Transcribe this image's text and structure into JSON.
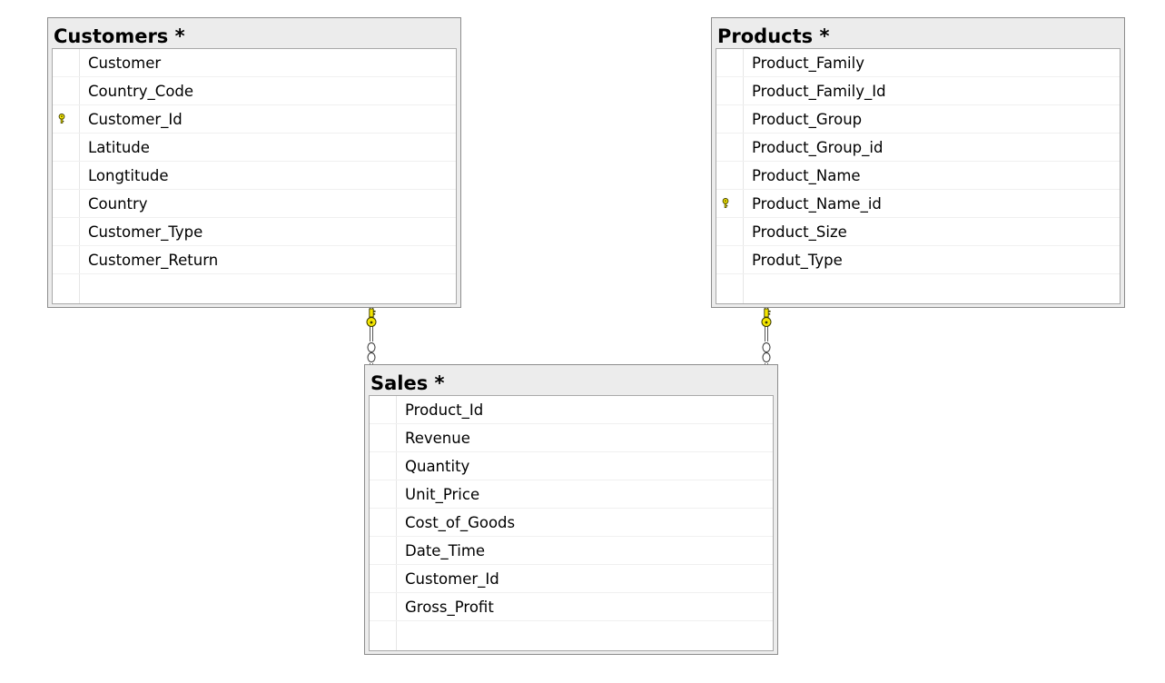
{
  "tables": {
    "customers": {
      "title": "Customers *",
      "columns": [
        {
          "name": "Customer",
          "primary_key": false
        },
        {
          "name": "Country_Code",
          "primary_key": false
        },
        {
          "name": "Customer_Id",
          "primary_key": true
        },
        {
          "name": "Latitude",
          "primary_key": false
        },
        {
          "name": "Longtitude",
          "primary_key": false
        },
        {
          "name": "Country",
          "primary_key": false
        },
        {
          "name": "Customer_Type",
          "primary_key": false
        },
        {
          "name": "Customer_Return",
          "primary_key": false
        }
      ]
    },
    "products": {
      "title": "Products *",
      "columns": [
        {
          "name": "Product_Family",
          "primary_key": false
        },
        {
          "name": "Product_Family_Id",
          "primary_key": false
        },
        {
          "name": "Product_Group",
          "primary_key": false
        },
        {
          "name": "Product_Group_id",
          "primary_key": false
        },
        {
          "name": "Product_Name",
          "primary_key": false
        },
        {
          "name": "Product_Name_id",
          "primary_key": true
        },
        {
          "name": "Product_Size",
          "primary_key": false
        },
        {
          "name": "Produt_Type",
          "primary_key": false
        }
      ]
    },
    "sales": {
      "title": "Sales *",
      "columns": [
        {
          "name": "Product_Id",
          "primary_key": false
        },
        {
          "name": "Revenue",
          "primary_key": false
        },
        {
          "name": "Quantity",
          "primary_key": false
        },
        {
          "name": "Unit_Price",
          "primary_key": false
        },
        {
          "name": "Cost_of_Goods",
          "primary_key": false
        },
        {
          "name": "Date_Time",
          "primary_key": false
        },
        {
          "name": "Customer_Id",
          "primary_key": false
        },
        {
          "name": "Gross_Profit",
          "primary_key": false
        }
      ]
    }
  },
  "relationships": [
    {
      "from": "customers",
      "to": "sales",
      "one_end_icon": "key-icon",
      "many_end_icon": "infinity-icon"
    },
    {
      "from": "products",
      "to": "sales",
      "one_end_icon": "key-icon",
      "many_end_icon": "infinity-icon"
    }
  ],
  "colors": {
    "key_fill": "#f5e600",
    "key_stroke": "#3a3a00",
    "table_border": "#8c8c8c",
    "title_bar": "#ececec"
  }
}
